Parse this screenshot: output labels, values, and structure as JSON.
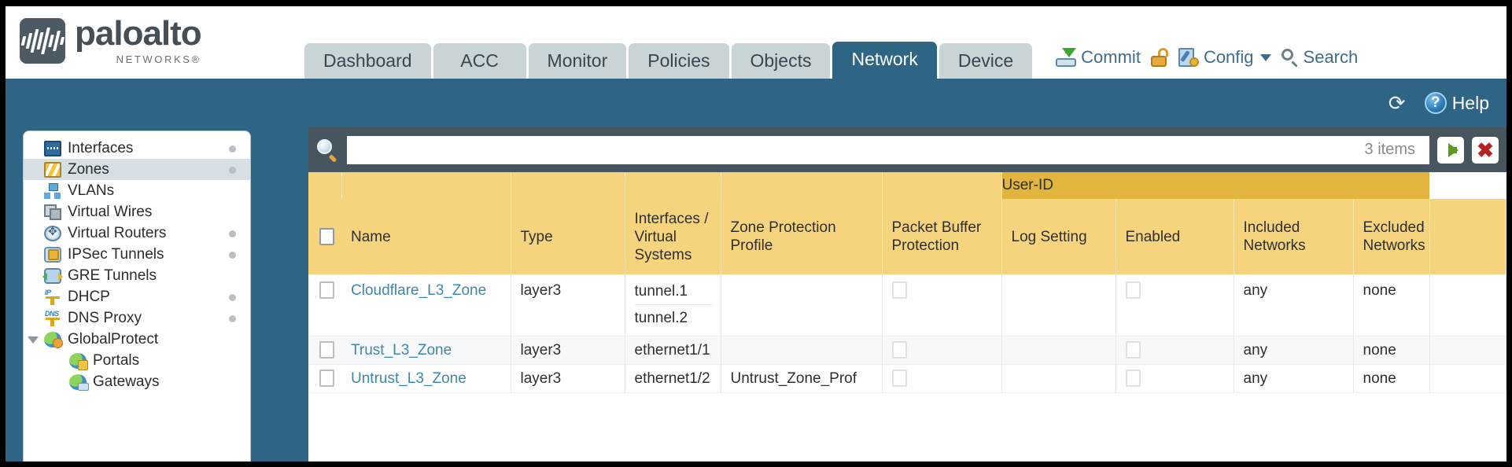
{
  "brand": {
    "name": "paloalto",
    "tagline": "NETWORKS®",
    "logo_icon": "paloalto-logo-icon"
  },
  "nav": {
    "tabs": [
      {
        "label": "Dashboard",
        "active": false
      },
      {
        "label": "ACC",
        "active": false
      },
      {
        "label": "Monitor",
        "active": false
      },
      {
        "label": "Policies",
        "active": false
      },
      {
        "label": "Objects",
        "active": false
      },
      {
        "label": "Network",
        "active": true
      },
      {
        "label": "Device",
        "active": false
      }
    ]
  },
  "topright": {
    "commit": "Commit",
    "lock_icon": "padlock-icon",
    "config": "Config",
    "search": "Search"
  },
  "subbar": {
    "refresh_icon": "refresh-icon",
    "help": "Help"
  },
  "sidebar": {
    "items": [
      {
        "label": "Interfaces",
        "icon": "interfaces-icon",
        "dot": true,
        "selected": false,
        "child": false,
        "expander": false
      },
      {
        "label": "Zones",
        "icon": "zones-icon",
        "dot": true,
        "selected": true,
        "child": false,
        "expander": false
      },
      {
        "label": "VLANs",
        "icon": "vlans-icon",
        "dot": false,
        "selected": false,
        "child": false,
        "expander": false
      },
      {
        "label": "Virtual Wires",
        "icon": "virtual-wires-icon",
        "dot": false,
        "selected": false,
        "child": false,
        "expander": false
      },
      {
        "label": "Virtual Routers",
        "icon": "virtual-routers-icon",
        "dot": true,
        "selected": false,
        "child": false,
        "expander": false
      },
      {
        "label": "IPSec Tunnels",
        "icon": "ipsec-tunnels-icon",
        "dot": true,
        "selected": false,
        "child": false,
        "expander": false
      },
      {
        "label": "GRE Tunnels",
        "icon": "gre-tunnels-icon",
        "dot": false,
        "selected": false,
        "child": false,
        "expander": false
      },
      {
        "label": "DHCP",
        "icon": "dhcp-icon",
        "dot": true,
        "selected": false,
        "child": false,
        "expander": false
      },
      {
        "label": "DNS Proxy",
        "icon": "dns-proxy-icon",
        "dot": true,
        "selected": false,
        "child": false,
        "expander": false
      },
      {
        "label": "GlobalProtect",
        "icon": "globalprotect-icon",
        "dot": false,
        "selected": false,
        "child": false,
        "expander": true
      },
      {
        "label": "Portals",
        "icon": "portals-icon",
        "dot": false,
        "selected": false,
        "child": true,
        "expander": false
      },
      {
        "label": "Gateways",
        "icon": "gateways-icon",
        "dot": false,
        "selected": false,
        "child": true,
        "expander": false
      }
    ]
  },
  "search": {
    "value": "",
    "placeholder": "",
    "items_count": "3 items",
    "apply_icon": "apply-filter-arrow-icon",
    "clear_icon": "clear-filter-x-icon",
    "magnifier_icon": "search-icon"
  },
  "table": {
    "group_header": "User-ID",
    "columns": [
      "Name",
      "Type",
      "Interfaces / Virtual Systems",
      "Zone Protection Profile",
      "Packet Buffer Protection",
      "Log Setting",
      "Enabled",
      "Included Networks",
      "Excluded Networks"
    ],
    "rows": [
      {
        "selected": false,
        "name": "Cloudflare_L3_Zone",
        "type": "layer3",
        "interfaces": [
          "tunnel.1",
          "tunnel.2"
        ],
        "zone_protection_profile": "",
        "packet_buffer_protection": false,
        "log_setting": "",
        "userid_enabled": false,
        "included_networks": "any",
        "excluded_networks": "none"
      },
      {
        "selected": false,
        "name": "Trust_L3_Zone",
        "type": "layer3",
        "interfaces": [
          "ethernet1/1"
        ],
        "zone_protection_profile": "",
        "packet_buffer_protection": false,
        "log_setting": "",
        "userid_enabled": false,
        "included_networks": "any",
        "excluded_networks": "none"
      },
      {
        "selected": false,
        "name": "Untrust_L3_Zone",
        "type": "layer3",
        "interfaces": [
          "ethernet1/2"
        ],
        "zone_protection_profile": "Untrust_Zone_Prof",
        "packet_buffer_protection": false,
        "log_setting": "",
        "userid_enabled": false,
        "included_networks": "any",
        "excluded_networks": "none"
      }
    ]
  },
  "colors": {
    "header_blue": "#2e6484",
    "tab_inactive": "#c8d4d6",
    "table_header_gold": "#f6d47e",
    "group_header_gold": "#e2b53f",
    "link_teal": "#3d88a8",
    "search_bar_slate": "#47555e"
  }
}
